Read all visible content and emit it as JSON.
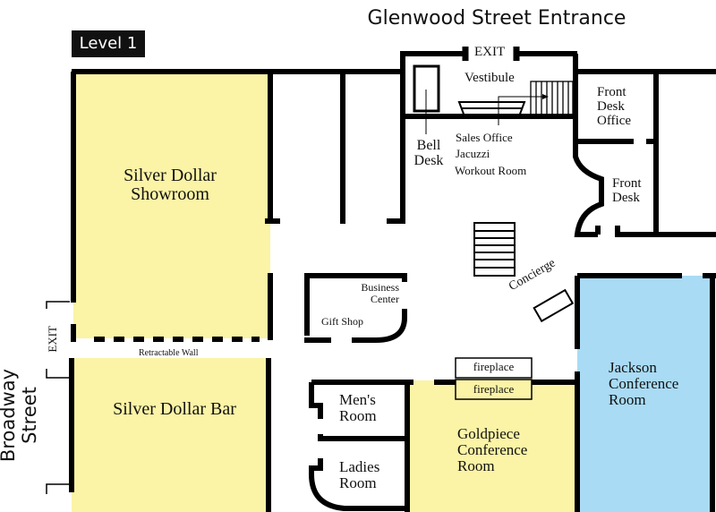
{
  "header": {
    "title": "Glenwood Street Entrance",
    "level": "Level 1"
  },
  "street": "Broadway Street",
  "colors": {
    "event_yellow": "#fbf3a6",
    "event_blue": "#a9dbf5",
    "wall": "#000000"
  },
  "labels": {
    "exit_top": "EXIT",
    "exit_side": "EXIT",
    "vestibule": "Vestibule",
    "front_desk_office": "Front Desk Office",
    "bell_desk": "Bell Desk",
    "sales_office": "Sales Office",
    "jacuzzi": "Jacuzzi",
    "workout_room": "Workout Room",
    "front_desk": "Front Desk",
    "business_center": "Business Center",
    "gift_shop": "Gift Shop",
    "concierge": "Concierge",
    "retractable_wall": "Retractable Wall",
    "fireplace_1": "fireplace",
    "fireplace_2": "fireplace",
    "mens_room": "Men's Room",
    "ladies_room": "Ladies Room"
  },
  "rooms": [
    {
      "name": "Silver Dollar Showroom",
      "color": "#fbf3a6"
    },
    {
      "name": "Silver Dollar Bar",
      "color": "#fbf3a6"
    },
    {
      "name": "Goldpiece Conference Room",
      "color": "#fbf3a6"
    },
    {
      "name": "Jackson Conference Room",
      "color": "#a9dbf5"
    }
  ]
}
